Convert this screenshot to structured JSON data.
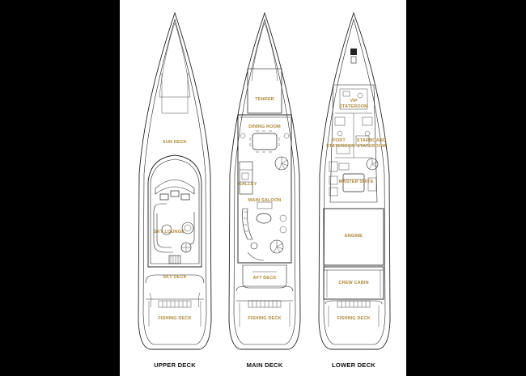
{
  "decks": [
    {
      "title": "UPPER DECK",
      "areas": {
        "sun_deck": "SUN DECK",
        "sky_lounge": "SKY LOUNGE",
        "sky_deck": "SKY DECK",
        "fishing_deck": "FISHING DECK"
      }
    },
    {
      "title": "MAIN DECK",
      "areas": {
        "tender": "TENDER",
        "dining_room": "DINING ROOM",
        "galley": "GALLEY",
        "main_saloon": "MAIN SALOON",
        "aft_deck": "AFT DECK",
        "fishing_deck": "FISHING DECK"
      }
    },
    {
      "title": "LOWER DECK",
      "areas": {
        "vip_line1": "VIP",
        "vip_line2": "STATEROOM",
        "port_line1": "PORT",
        "port_line2": "STATEROOM",
        "starboard_line1": "STARBOARD",
        "starboard_line2": "STATEROOM",
        "master_suite": "MASTER SUITE",
        "engine": "ENGINE",
        "crew_cabin": "CREW CABIN",
        "fishing_deck": "FISHING DECK"
      }
    }
  ],
  "colors": {
    "background": "#000000",
    "sheet": "#ffffff",
    "label": "#b08a3c",
    "line": "#222222"
  }
}
